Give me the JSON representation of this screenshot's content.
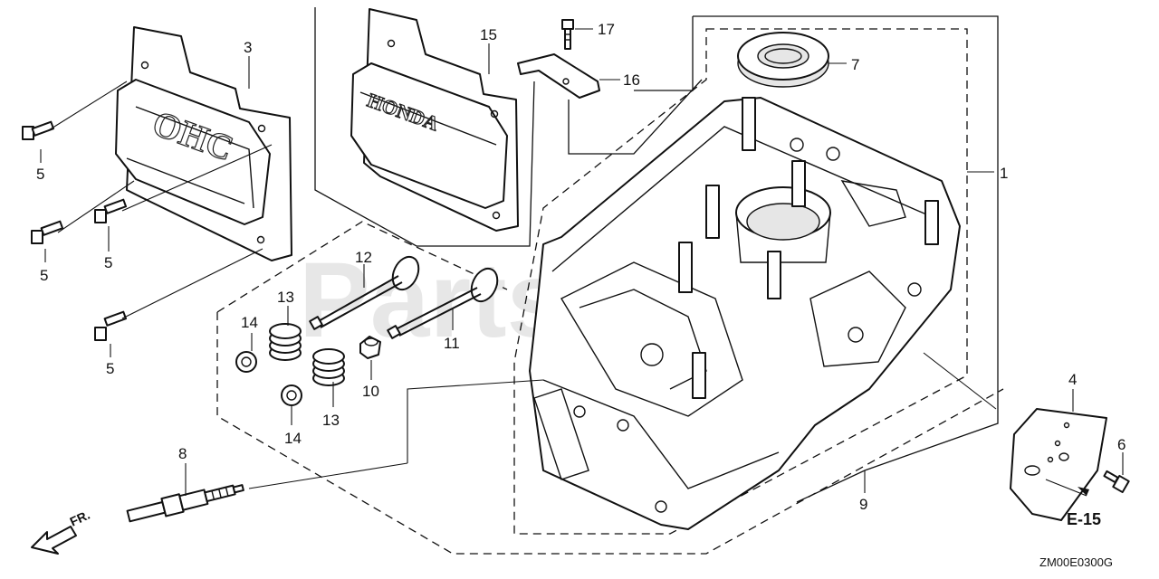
{
  "watermark": "PartsTree",
  "diagram_code": "ZM00E0300G",
  "reference": "E-15",
  "front_label": "FR.",
  "cover_emboss_brand": "HONDA",
  "cover_emboss_ohc": "OHC",
  "callouts": {
    "p1": "1",
    "p3": "3",
    "p4": "4",
    "p5a": "5",
    "p5b": "5",
    "p5c": "5",
    "p5d": "5",
    "p6": "6",
    "p7": "7",
    "p8": "8",
    "p9": "9",
    "p10": "10",
    "p11": "11",
    "p12": "12",
    "p13a": "13",
    "p13b": "13",
    "p14a": "14",
    "p14b": "14",
    "p15": "15",
    "p16": "16",
    "p17": "17"
  }
}
